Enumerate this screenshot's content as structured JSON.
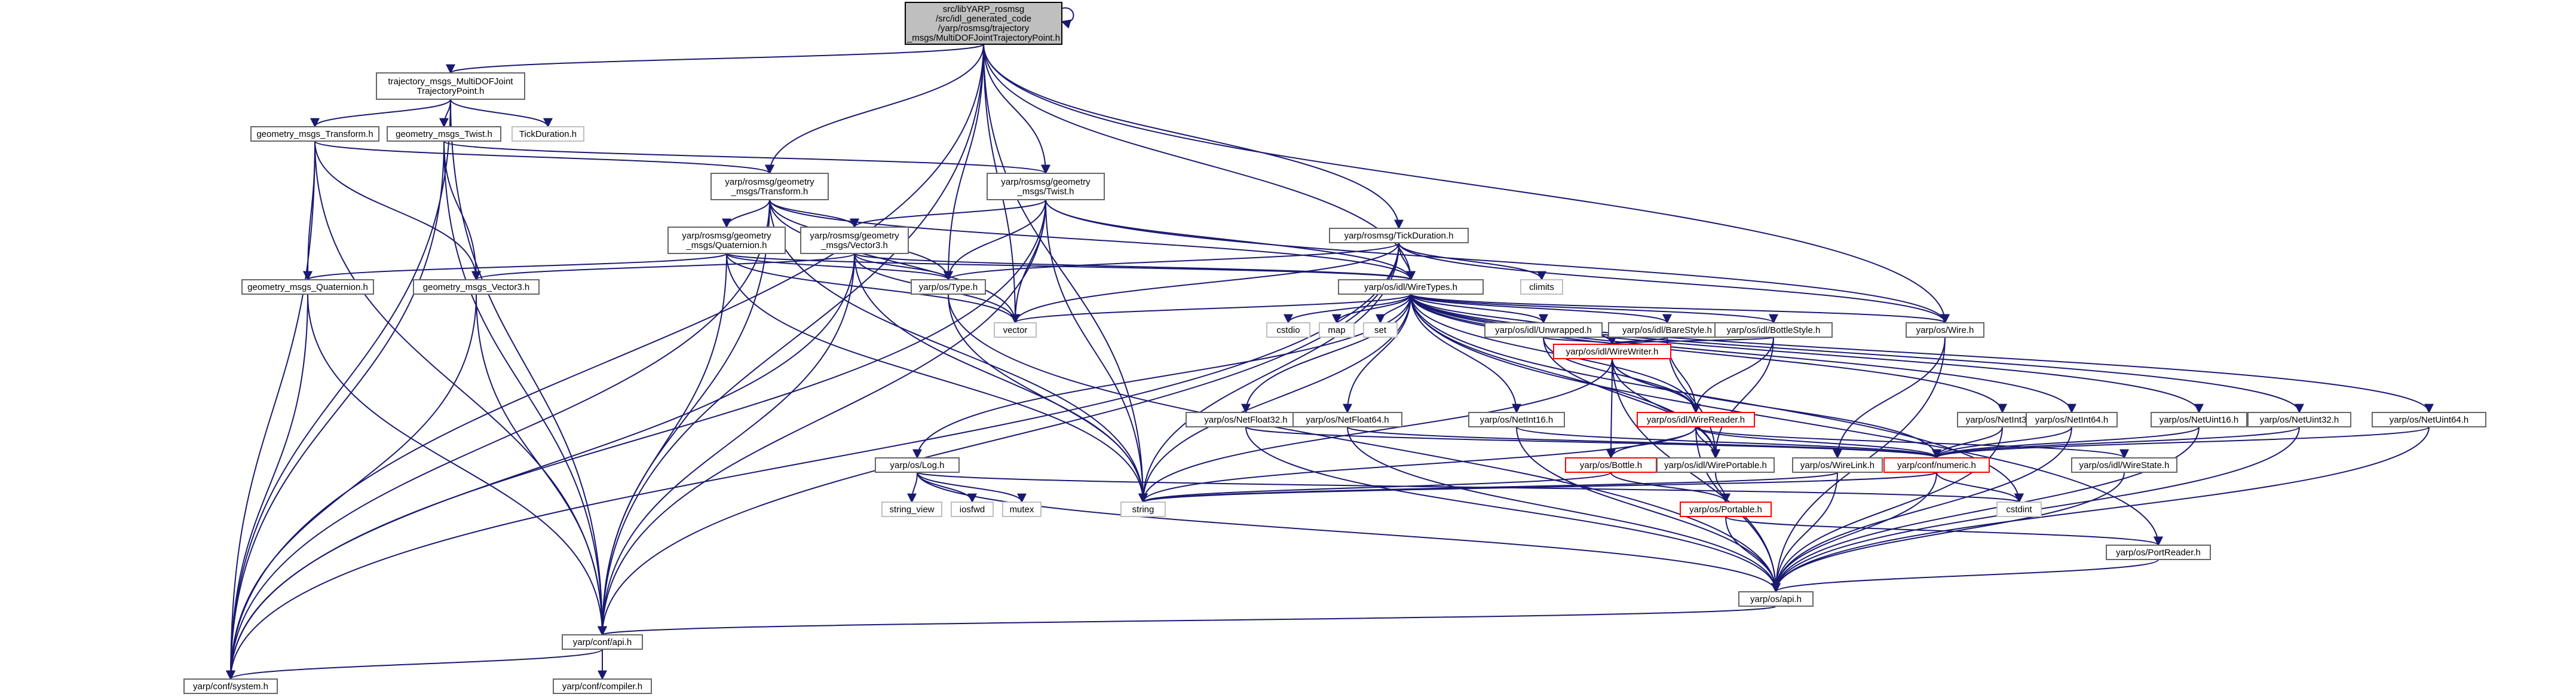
{
  "graph": {
    "root": [
      "src/libYARP_rosmsg",
      "/src/idl_generated_code",
      "/yarp/rosmsg/trajectory",
      "_msgs/MultiDOFJointTrajectoryPoint.h"
    ],
    "nodes": {
      "traj": [
        "trajectory_msgs_MultiDOFJoint",
        "TrajectoryPoint.h"
      ],
      "tickdur": [
        "TickDuration.h"
      ],
      "gmtransform": [
        "geometry_msgs_Transform.h"
      ],
      "gmtwist": [
        "geometry_msgs_Twist.h"
      ],
      "ymtransform": [
        "yarp/rosmsg/geometry",
        "_msgs/Transform.h"
      ],
      "ymtwist": [
        "yarp/rosmsg/geometry",
        "_msgs/Twist.h"
      ],
      "ymquat": [
        "yarp/rosmsg/geometry",
        "_msgs/Quaternion.h"
      ],
      "ymvec3": [
        "yarp/rosmsg/geometry",
        "_msgs/Vector3.h"
      ],
      "ytickdur": [
        "yarp/rosmsg/TickDuration.h"
      ],
      "climits": [
        "climits"
      ],
      "gmquat": [
        "geometry_msgs_Quaternion.h"
      ],
      "gmvec3": [
        "geometry_msgs_Vector3.h"
      ],
      "ytype": [
        "yarp/os/Type.h"
      ],
      "wiretypes": [
        "yarp/os/idl/WireTypes.h"
      ],
      "vector": [
        "vector"
      ],
      "cstdio": [
        "cstdio"
      ],
      "map": [
        "map"
      ],
      "set": [
        "set"
      ],
      "unwrapped": [
        "yarp/os/idl/Unwrapped.h"
      ],
      "barestyle": [
        "yarp/os/idl/BareStyle.h"
      ],
      "bottlestyle": [
        "yarp/os/idl/BottleStyle.h"
      ],
      "wirewriter": [
        "yarp/os/idl/WireWriter.h"
      ],
      "wirereader": [
        "yarp/os/idl/WireReader.h"
      ],
      "ywire": [
        "yarp/os/Wire.h"
      ],
      "float32": [
        "yarp/os/NetFloat32.h"
      ],
      "float64": [
        "yarp/os/NetFloat64.h"
      ],
      "int16": [
        "yarp/os/NetInt16.h"
      ],
      "int32": [
        "yarp/os/NetInt32.h"
      ],
      "int64": [
        "yarp/os/NetInt64.h"
      ],
      "uint16": [
        "yarp/os/NetUint16.h"
      ],
      "uint32": [
        "yarp/os/NetUint32.h"
      ],
      "uint64": [
        "yarp/os/NetUint64.h"
      ],
      "log": [
        "yarp/os/Log.h"
      ],
      "string_view": [
        "string_view"
      ],
      "iosfwd": [
        "iosfwd"
      ],
      "mutex": [
        "mutex"
      ],
      "string": [
        "string"
      ],
      "bottle": [
        "yarp/os/Bottle.h"
      ],
      "wireportable": [
        "yarp/os/idl/WirePortable.h"
      ],
      "wirelink": [
        "yarp/os/WireLink.h"
      ],
      "numeric": [
        "yarp/conf/numeric.h"
      ],
      "wirestate": [
        "yarp/os/idl/WireState.h"
      ],
      "cstdint": [
        "cstdint"
      ],
      "portable": [
        "yarp/os/Portable.h"
      ],
      "portreader": [
        "yarp/os/PortReader.h"
      ],
      "osapi": [
        "yarp/os/api.h"
      ],
      "confapi": [
        "yarp/conf/api.h"
      ],
      "confsystem": [
        "yarp/conf/system.h"
      ],
      "confcompiler": [
        "yarp/conf/compiler.h"
      ]
    }
  },
  "colors": {
    "edge": "#191970",
    "root_fill": "#bfbfbf",
    "doc_border": "#666666",
    "system_border": "#bfbfbf",
    "incomplete_border": "#ff0000"
  }
}
